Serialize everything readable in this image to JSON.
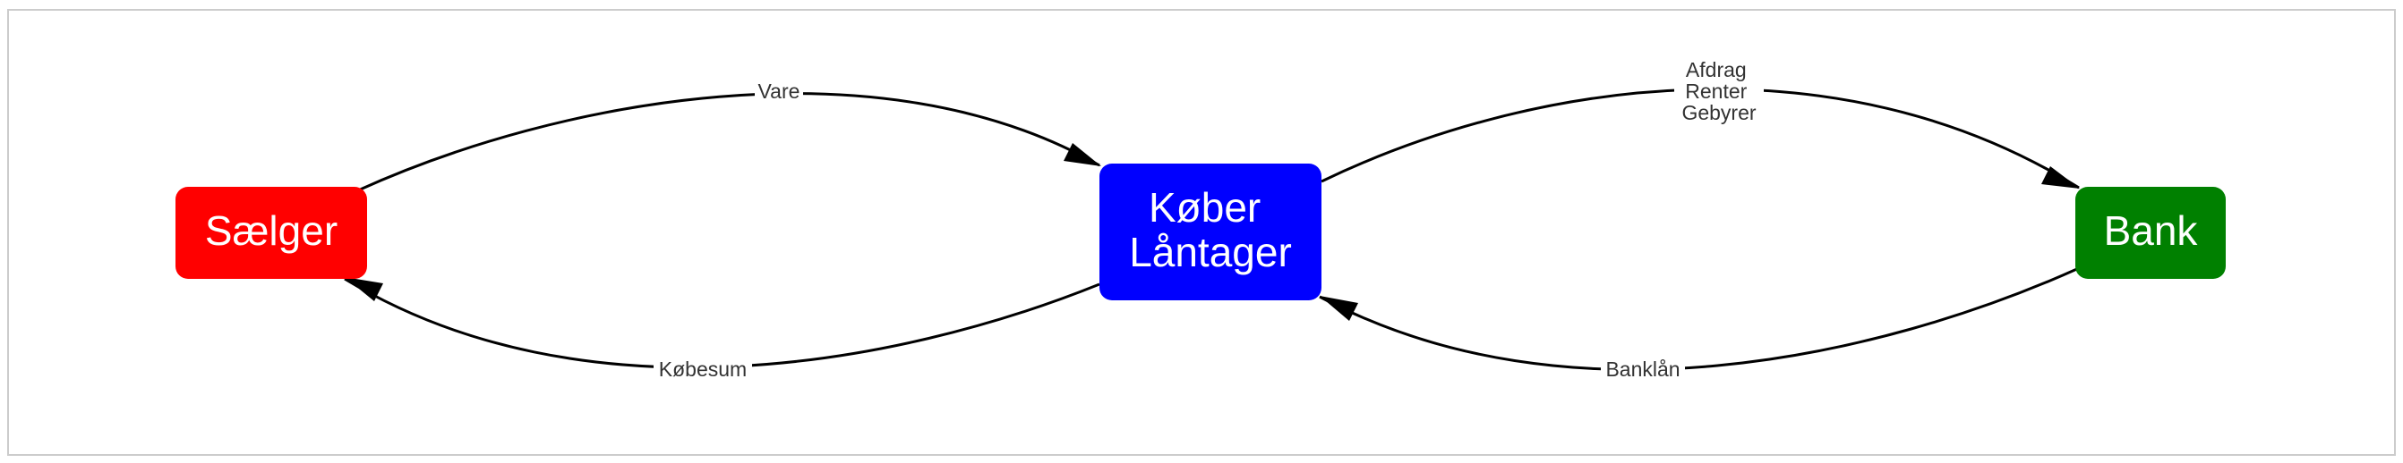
{
  "nodes": [
    {
      "id": "seller",
      "lines": [
        "Sælger"
      ],
      "color": "#ff0000"
    },
    {
      "id": "buyer",
      "lines": [
        "Køber",
        "Låntager"
      ],
      "color": "#0000ff"
    },
    {
      "id": "bank",
      "lines": [
        "Bank"
      ],
      "color": "#008000"
    }
  ],
  "edges": [
    {
      "from": "seller",
      "to": "buyer",
      "lines": [
        "Vare"
      ]
    },
    {
      "from": "buyer",
      "to": "seller",
      "lines": [
        "Købesum"
      ]
    },
    {
      "from": "buyer",
      "to": "bank",
      "lines": [
        "Afdrag",
        "Renter",
        "Gebyrer"
      ]
    },
    {
      "from": "bank",
      "to": "buyer",
      "lines": [
        "Banklån"
      ]
    }
  ],
  "colors": {
    "edge": "#000000",
    "frame": "#cccccc",
    "edge_label_bg": "#ffffff"
  }
}
